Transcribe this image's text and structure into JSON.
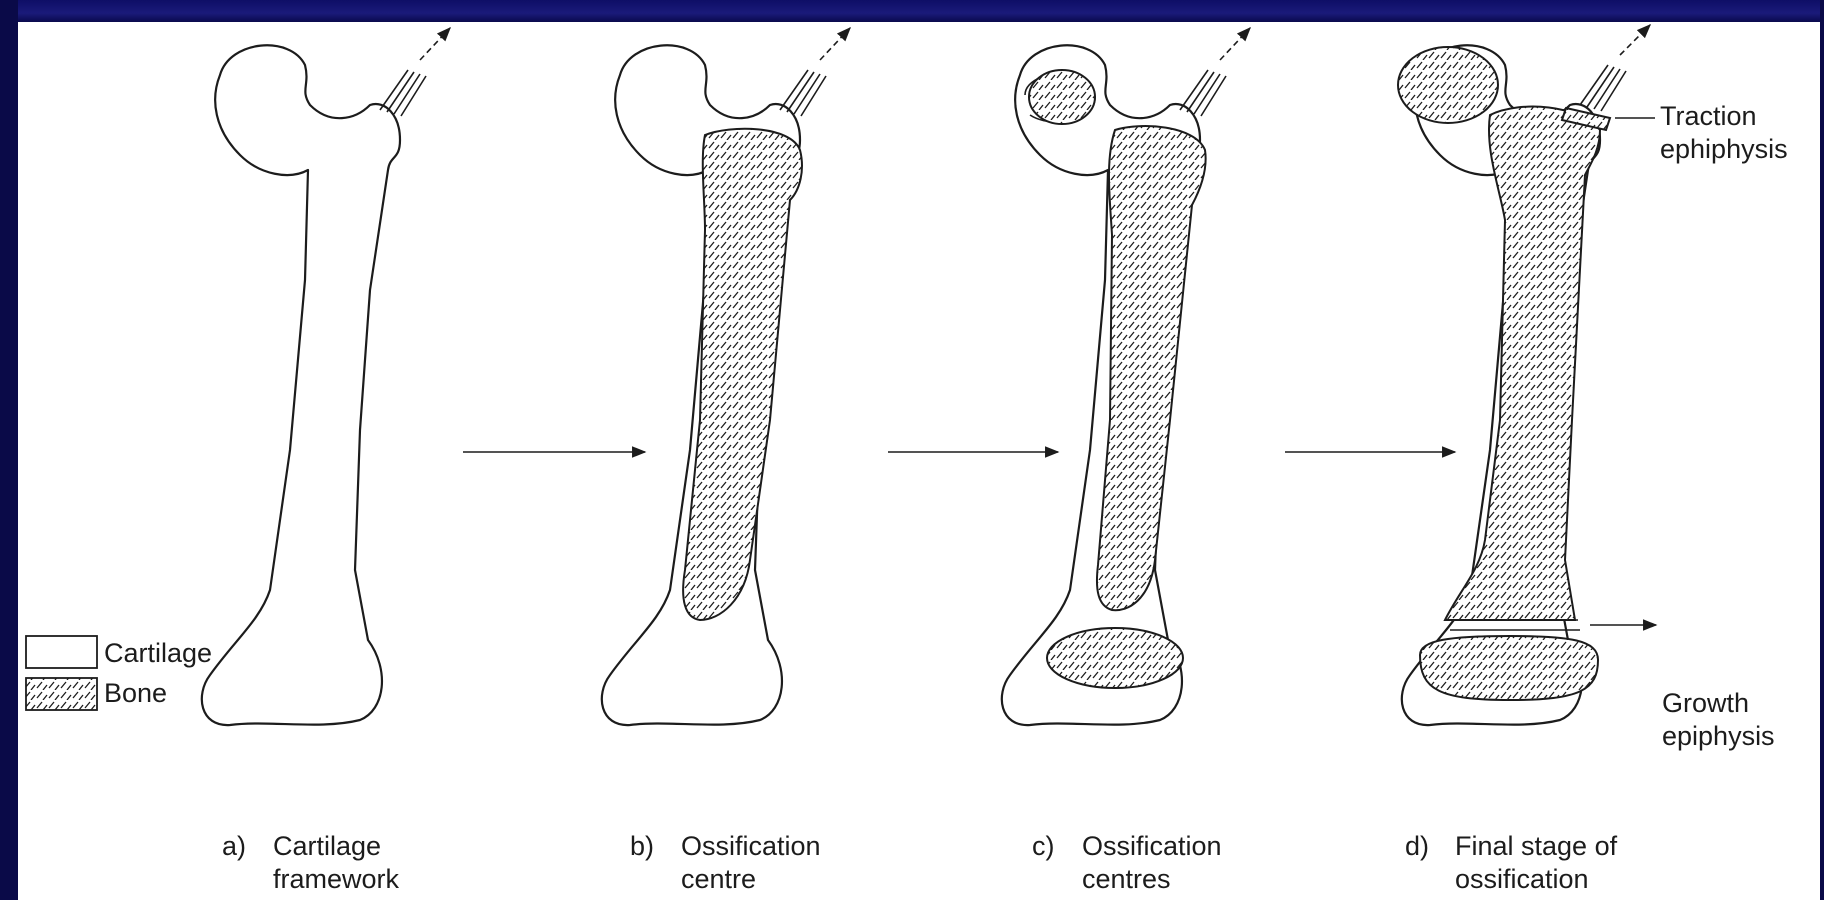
{
  "legend": {
    "cartilage_label": "Cartilage",
    "bone_label": "Bone"
  },
  "stages": [
    {
      "letter": "a)",
      "line1": "Cartilage",
      "line2": "framework"
    },
    {
      "letter": "b)",
      "line1": "Ossification",
      "line2": "centre"
    },
    {
      "letter": "c)",
      "line1": "Ossification",
      "line2": "centres"
    },
    {
      "letter": "d)",
      "line1": "Final stage of",
      "line2": "ossification"
    }
  ],
  "callouts": {
    "traction_line1": "Traction",
    "traction_line2": "ephiphysis",
    "growth_line1": "Growth",
    "growth_line2": "epiphysis"
  },
  "colors": {
    "frame": "#06063a",
    "ink": "#1c1c1c",
    "paper": "#ffffff"
  }
}
